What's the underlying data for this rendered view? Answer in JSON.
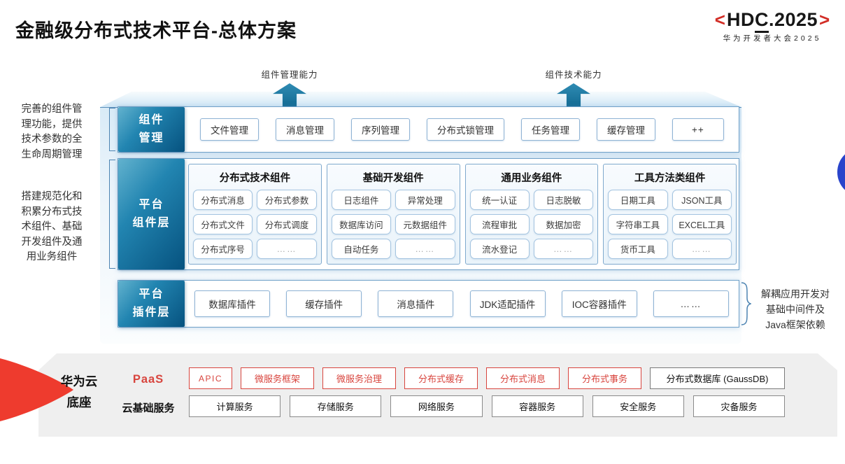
{
  "title": "金融级分布式技术平台-总体方案",
  "logo": {
    "left_bracket": "<",
    "text_pre": "HD",
    "text_underlined": "C",
    "text_post": ".2025",
    "right_bracket": ">",
    "subtitle": "华为开发者大会2025"
  },
  "arrows": [
    {
      "label": "组件管理能力"
    },
    {
      "label": "组件技术能力"
    }
  ],
  "notes": {
    "left_top": [
      "完善的组件管",
      "理功能，提供",
      "技术参数的全",
      "生命周期管理"
    ],
    "left_bottom": [
      "搭建规范化和",
      "积累分布式技",
      "术组件、基础",
      "开发组件及通",
      "用业务组件"
    ],
    "right": [
      "解耦应用开发对",
      "基础中间件及",
      "Java框架依赖"
    ]
  },
  "layers": {
    "management": {
      "label": [
        "组件",
        "管理"
      ],
      "items": [
        "文件管理",
        "消息管理",
        "序列管理",
        "分布式锁管理",
        "任务管理",
        "缓存管理",
        "++"
      ]
    },
    "components": {
      "label": [
        "平台",
        "组件层"
      ],
      "groups": [
        {
          "title": "分布式技术组件",
          "items": [
            "分布式消息",
            "分布式参数",
            "分布式文件",
            "分布式调度",
            "分布式序号",
            "……"
          ]
        },
        {
          "title": "基础开发组件",
          "items": [
            "日志组件",
            "异常处理",
            "数据库访问",
            "元数据组件",
            "自动任务",
            "……"
          ]
        },
        {
          "title": "通用业务组件",
          "items": [
            "统一认证",
            "日志脱敏",
            "流程审批",
            "数据加密",
            "流水登记",
            "……"
          ]
        },
        {
          "title": "工具方法类组件",
          "items": [
            "日期工具",
            "JSON工具",
            "字符串工具",
            "EXCEL工具",
            "货币工具",
            "……"
          ]
        }
      ]
    },
    "plugins": {
      "label": [
        "平台",
        "插件层"
      ],
      "items": [
        "数据库插件",
        "缓存插件",
        "消息插件",
        "JDK适配插件",
        "IOC容器插件",
        "……"
      ]
    }
  },
  "foundation": {
    "label": [
      "华为云",
      "底座"
    ],
    "paas": {
      "label": "PaaS",
      "items": [
        "APIC",
        "微服务框架",
        "微服务治理",
        "分布式缓存",
        "分布式消息",
        "分布式事务"
      ],
      "db_item": "分布式数据库 (GaussDB)"
    },
    "cloud_services": {
      "label": "云基础服务",
      "items": [
        "计算服务",
        "存储服务",
        "网络服务",
        "容器服务",
        "安全服务",
        "灾备服务"
      ]
    }
  },
  "colors": {
    "accent_teal": "#1d81ad",
    "accent_red": "#d8453e",
    "wedge_red": "#ee3b2e",
    "logo_red": "#d22d26",
    "circle_blue": "#2944cb",
    "panel_gray": "#efefef"
  }
}
